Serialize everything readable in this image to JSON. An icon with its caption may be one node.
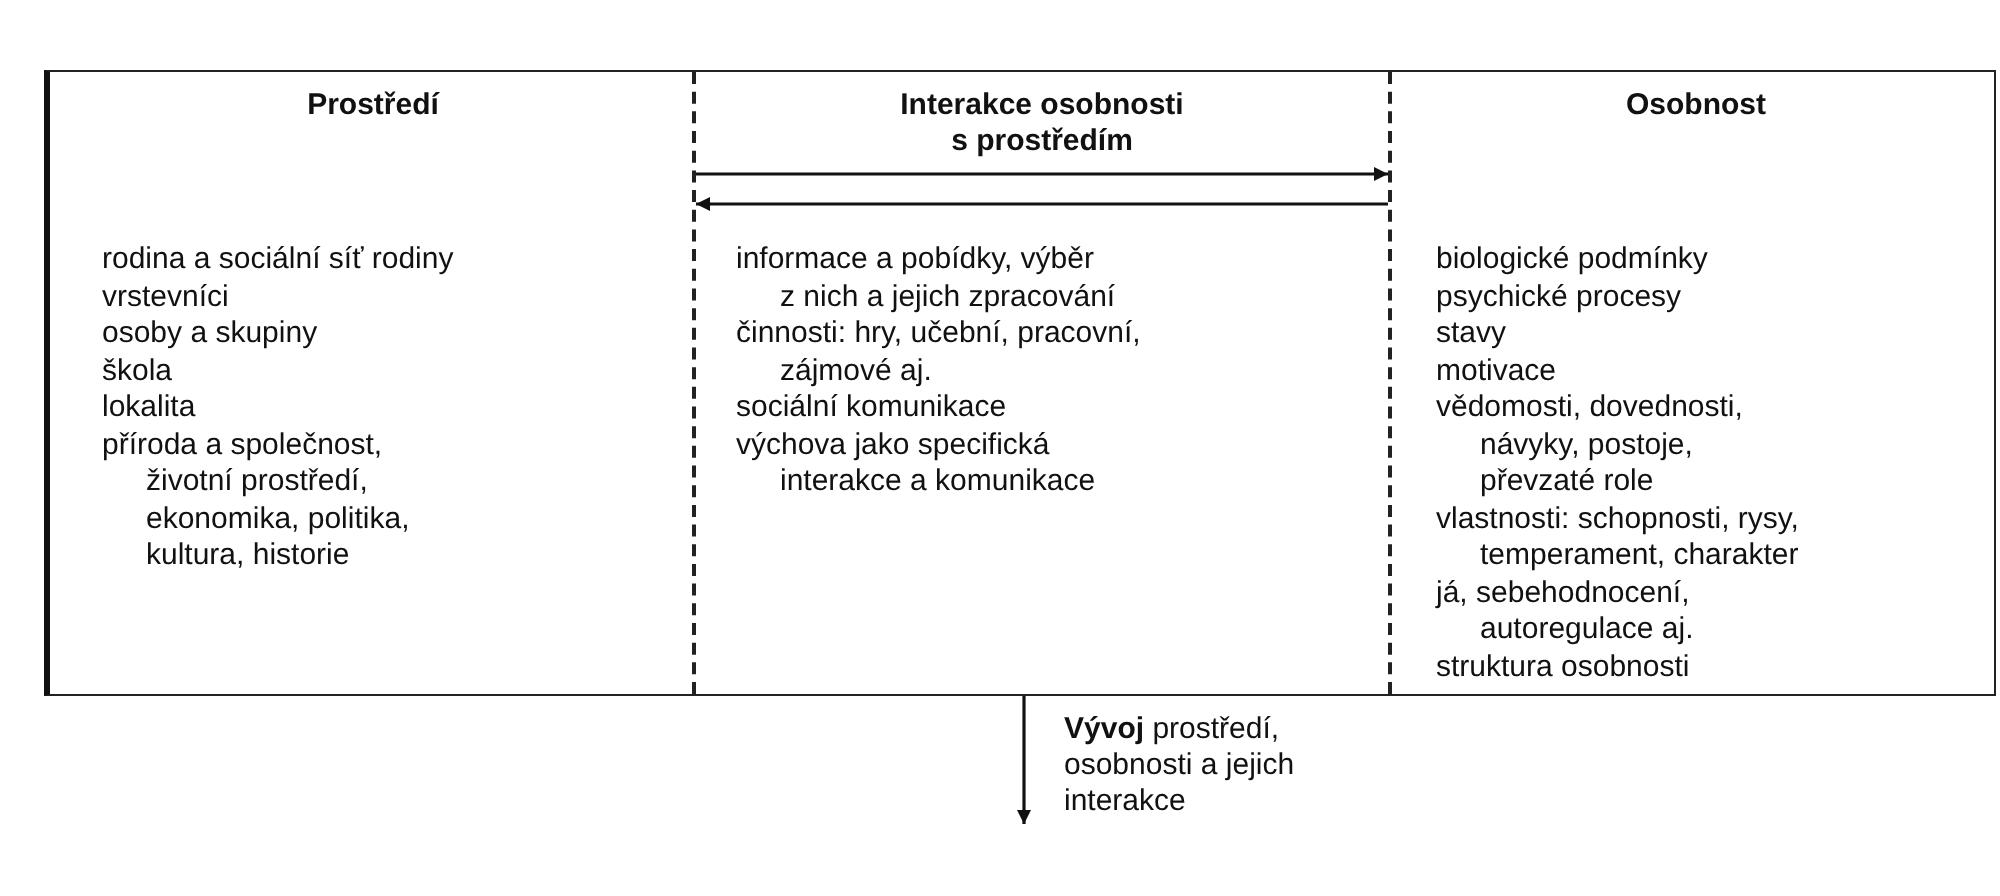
{
  "diagram": {
    "nodes": [
      {
        "text": [],
        "shape": "box"
      },
      {
        "text": [
          "Prostředí",
          "rodina a sociální síť rodiny",
          "vrstevníci",
          "osoby a skupiny",
          "škola",
          "lokalita",
          "příroda a společnost, životní prostředí, ekonomika, politika, kultura, historie"
        ],
        "in": 0
      },
      {
        "text": [
          "Interakce osobnosti s prostředím",
          "informace a pobídky, výběr z nich a jejich zpracování",
          "činnosti: hry, učební, pracovní, zájmové aj.",
          "sociální komunikace",
          "výchova jako specifická interakce a komunikace"
        ],
        "in": 0
      },
      {
        "text": [
          "Osobnost",
          "biologické podmínky",
          "psychické procesy",
          "stavy",
          "motivace",
          "vědomosti, dovednosti, návyky, postoje, převzaté role",
          "vlastnosti: schopnosti, rysy, temperament, charakter",
          "já, sebehodnocení, autoregulace aj.",
          "struktura osobnosti"
        ],
        "in": 0
      }
    ],
    "edges": [
      {
        "from": 1,
        "to": 3,
        "arrow": "to"
      },
      {
        "from": 3,
        "to": 1,
        "arrow": "to"
      },
      {
        "from": 0,
        "to": null,
        "arrow": "to",
        "label": "**Vývoj** prostředí, osobnosti a jejich interakce"
      }
    ]
  }
}
